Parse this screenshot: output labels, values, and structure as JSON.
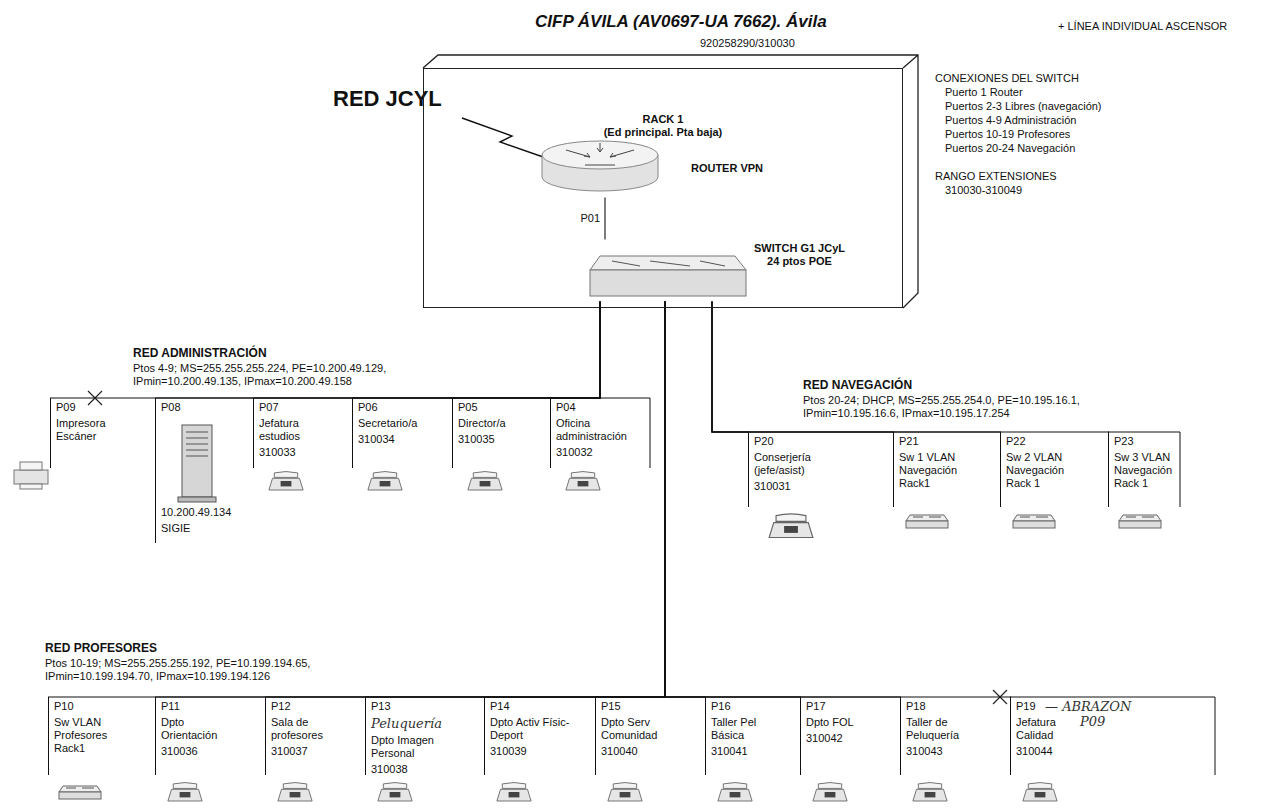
{
  "diagram": {
    "title": "CIFP ÁVILA (AV0697-UA 7662). Ávila",
    "nodes": [
      {
        "text": [
          "RACK 1",
          "(Ed principal. Pta baja)"
        ]
      },
      {
        "text": [
          "ROUTER VPN"
        ],
        "in": 0
      },
      {
        "text": [
          "SWITCH G1 JCyL",
          "24 ptos POE"
        ],
        "in": 0
      },
      {
        "text": [
          "P09",
          "Impresora Escáner"
        ]
      },
      {
        "text": [
          "P08",
          "10.200.49.134",
          "SIGIE"
        ]
      },
      {
        "text": [
          "P07",
          "Jefatura estudios",
          "310033"
        ]
      },
      {
        "text": [
          "P06",
          "Secretario/a",
          "310034"
        ]
      },
      {
        "text": [
          "P05",
          "Director/a",
          "310035"
        ]
      },
      {
        "text": [
          "P04",
          "Oficina administración",
          "310032"
        ]
      },
      {
        "text": [
          "P20",
          "Conserjería (jefe/asist)",
          "310031"
        ]
      },
      {
        "text": [
          "P21",
          "Sw 1 VLAN Navegación Rack1"
        ]
      },
      {
        "text": [
          "P22",
          "Sw 2 VLAN Navegación Rack 1"
        ]
      },
      {
        "text": [
          "P23",
          "Sw 3 VLAN Navegación Rack 1"
        ]
      },
      {
        "text": [
          "P10",
          "Sw VLAN Profesores Rack1"
        ]
      },
      {
        "text": [
          "P11",
          "Dpto Orientación",
          "310036"
        ]
      },
      {
        "text": [
          "P12",
          "Sala de profesores",
          "310037"
        ]
      },
      {
        "text": [
          "P13",
          "Peluquería",
          "Dpto Imagen Personal",
          "310038"
        ]
      },
      {
        "text": [
          "P14",
          "Dpto Activ Físic-Deport",
          "310039"
        ]
      },
      {
        "text": [
          "P15",
          "Dpto Serv Comunidad",
          "310040"
        ]
      },
      {
        "text": [
          "P16",
          "Taller Pel Básica",
          "310041"
        ]
      },
      {
        "text": [
          "P17",
          "Dpto FOL",
          "310042"
        ]
      },
      {
        "text": [
          "P18",
          "Taller de Peluquería",
          "310043"
        ]
      },
      {
        "text": [
          "P19",
          "Jefatura Calidad",
          "310044"
        ]
      }
    ],
    "edges": [
      {
        "from": 1,
        "to": 2,
        "arrow": "none",
        "label": "P01"
      },
      {
        "from": 2,
        "to": 3,
        "arrow": "none"
      },
      {
        "from": 2,
        "to": 4,
        "arrow": "none"
      },
      {
        "from": 2,
        "to": 5,
        "arrow": "none"
      },
      {
        "from": 2,
        "to": 6,
        "arrow": "none"
      },
      {
        "from": 2,
        "to": 7,
        "arrow": "none"
      },
      {
        "from": 2,
        "to": 8,
        "arrow": "none"
      },
      {
        "from": 2,
        "to": 9,
        "arrow": "none"
      },
      {
        "from": 2,
        "to": 10,
        "arrow": "none"
      },
      {
        "from": 2,
        "to": 11,
        "arrow": "none"
      },
      {
        "from": 2,
        "to": 12,
        "arrow": "none"
      },
      {
        "from": 2,
        "to": 13,
        "arrow": "none"
      },
      {
        "from": 2,
        "to": 14,
        "arrow": "none"
      },
      {
        "from": 2,
        "to": 15,
        "arrow": "none"
      },
      {
        "from": 2,
        "to": 16,
        "arrow": "none"
      },
      {
        "from": 2,
        "to": 17,
        "arrow": "none"
      },
      {
        "from": 2,
        "to": 18,
        "arrow": "none"
      },
      {
        "from": 2,
        "to": 19,
        "arrow": "none"
      },
      {
        "from": 2,
        "to": 20,
        "arrow": "none"
      },
      {
        "from": 2,
        "to": 21,
        "arrow": "none"
      },
      {
        "from": 2,
        "to": 22,
        "arrow": "none"
      }
    ],
    "labels": [
      "920258290/310030",
      "+ LÍNEA INDIVIDUAL ASCENSOR",
      "RED JCYL",
      "CONEXIONES DEL SWITCH",
      "Puerto 1 Router",
      "Puertos 2-3 Libres (navegación)",
      "Puertos 4-9 Administración",
      "Puertos 10-19 Profesores",
      "Puertos 20-24 Navegación",
      "RANGO EXTENSIONES",
      "310030-310049",
      "RED ADMINISTRACIÓN",
      "Ptos 4-9; MS=255.255.255.224, PE=10.200.49.129, IPmin=10.200.49.135, IPmax=10.200.49.158",
      "RED NAVEGACIÓN",
      "Ptos 20-24; DHCP, MS=255.255.254.0, PE=10.195.16.1, IPmin=10.195.16.6, IPmax=10.195.17.254",
      "RED PROFESORES",
      "Ptos 10-19; MS=255.255.255.192, PE=10.199.194.65, IPmin=10.199.194.70, IPmax=10.199.194.126",
      "— ABRAZON",
      "P09"
    ]
  }
}
